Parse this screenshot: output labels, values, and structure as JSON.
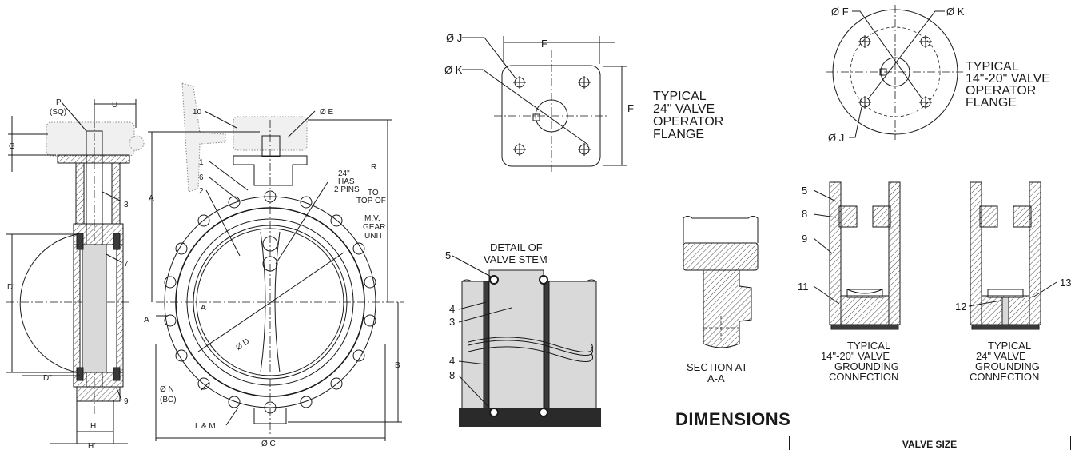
{
  "side_view": {
    "labels": [
      "P",
      "(SQ)",
      "U",
      "G",
      "3",
      "7",
      "D'",
      "D\"",
      "9",
      "H",
      "H'"
    ]
  },
  "front_view": {
    "labels": [
      "10",
      "Ø E",
      "1",
      "6",
      "2",
      "24\"",
      "HAS",
      "2 PINS",
      "R",
      "TO",
      "TOP OF",
      "M.V.",
      "GEAR",
      "UNIT",
      "A",
      "A",
      "A",
      "Ø D",
      "B",
      "Ø N",
      "(BC)",
      "L & M",
      "Ø C"
    ]
  },
  "flange_24": {
    "labels": [
      "Ø J",
      "Ø K",
      "F",
      "F"
    ],
    "caption": [
      "TYPICAL",
      "24\" VALVE",
      "OPERATOR",
      "FLANGE"
    ]
  },
  "flange_14_20": {
    "labels": [
      "Ø F",
      "Ø K",
      "Ø J"
    ],
    "caption": [
      "TYPICAL",
      "14\"-20\" VALVE",
      "OPERATOR",
      "FLANGE"
    ]
  },
  "stem_detail": {
    "caption": [
      "DETAIL OF",
      "VALVE STEM"
    ],
    "labels": [
      "5",
      "4",
      "3",
      "4",
      "8"
    ]
  },
  "section_aa": {
    "caption": [
      "SECTION AT",
      "A-A"
    ]
  },
  "grounding_14_20": {
    "labels": [
      "5",
      "8",
      "9",
      "11"
    ],
    "caption": [
      "TYPICAL",
      "14\"-20\" VALVE",
      "GROUNDING",
      "CONNECTION"
    ]
  },
  "grounding_24": {
    "labels": [
      "13",
      "12"
    ],
    "caption": [
      "TYPICAL",
      "24\" VALVE",
      "GROUNDING",
      "CONNECTION"
    ]
  },
  "dimensions": {
    "title": "DIMENSIONS",
    "header": "VALVE SIZE"
  }
}
